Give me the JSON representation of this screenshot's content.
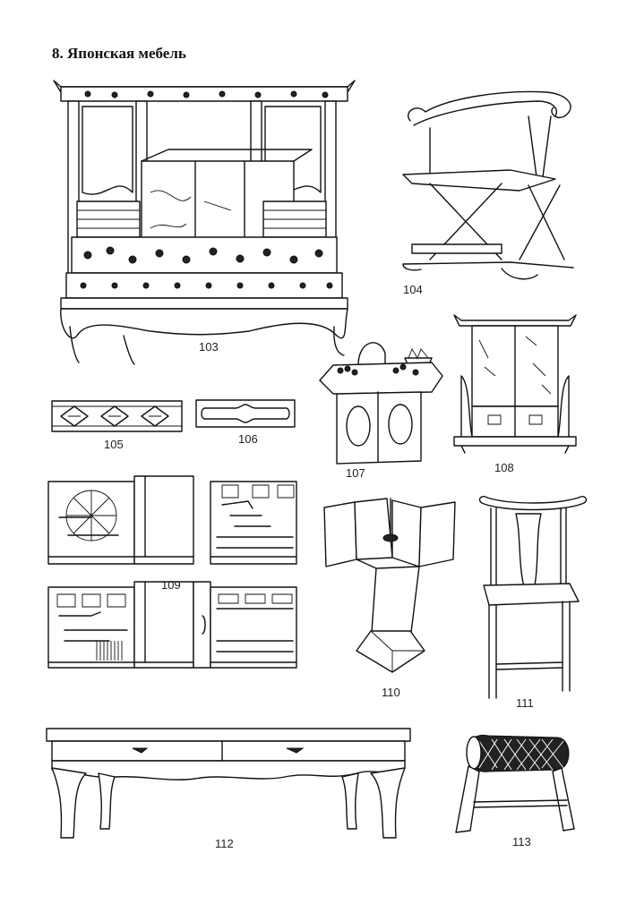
{
  "page": {
    "title": "8.  Японская  мебель"
  },
  "figures": [
    {
      "number": "103",
      "icon": "canopy-cabinet-icon"
    },
    {
      "number": "104",
      "icon": "folding-chair-icon"
    },
    {
      "number": "105",
      "icon": "lattice-panel-icon"
    },
    {
      "number": "106",
      "icon": "scroll-panel-icon"
    },
    {
      "number": "107",
      "icon": "stand-with-vessels-icon"
    },
    {
      "number": "108",
      "icon": "screen-cabinet-icon"
    },
    {
      "number": "109",
      "icon": "wall-shelves-icon"
    },
    {
      "number": "110",
      "icon": "corner-stand-icon"
    },
    {
      "number": "111",
      "icon": "high-back-chair-icon"
    },
    {
      "number": "112",
      "icon": "low-table-icon"
    },
    {
      "number": "113",
      "icon": "headrest-icon"
    }
  ]
}
